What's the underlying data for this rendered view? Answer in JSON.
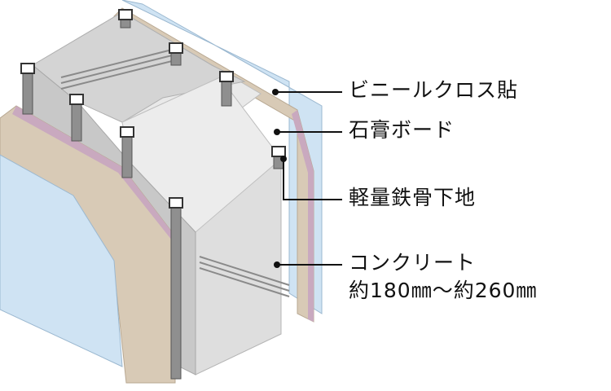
{
  "labels": {
    "vinyl_cloth": "ビニールクロス貼",
    "gypsum_board": "石膏ボード",
    "light_steel_frame": "軽量鉄骨下地",
    "concrete": "コンクリート",
    "concrete_thickness": "約180㎜〜約260㎜"
  },
  "colors": {
    "vinyl_cloth": "#cfe3f3",
    "gypsum_board": "#d8cab6",
    "gypsum_edge": "#c9a9bf",
    "concrete": "#dcdcdc",
    "steel_stud": "#8f8f8f",
    "leader_line": "#111111"
  }
}
